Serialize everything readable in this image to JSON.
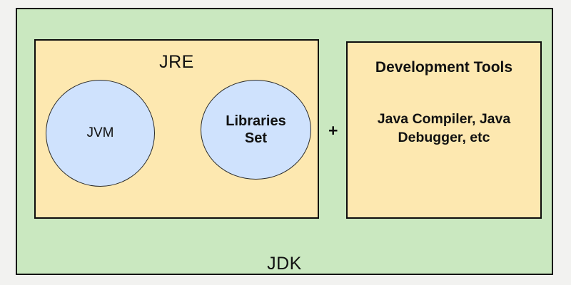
{
  "diagram": {
    "title": "JDK / JRE / JVM composition diagram",
    "colors": {
      "page_background": "#f2f2f0",
      "jdk_fill": "#cae8c0",
      "panel_fill": "#fde8b0",
      "circle_fill": "#cfe2fd",
      "border": "#0d0d0d",
      "text": "#111111"
    },
    "outer": {
      "label": "JDK"
    },
    "jre_panel": {
      "title": "JRE",
      "components": [
        {
          "label": "JVM"
        },
        {
          "line1": "Libraries",
          "line2": "Set"
        }
      ],
      "operator": "+"
    },
    "operator_between_panels": "+",
    "devtools_panel": {
      "title": "Development Tools",
      "body_line1": "Java Compiler, Java",
      "body_line2": "Debugger, etc"
    }
  }
}
